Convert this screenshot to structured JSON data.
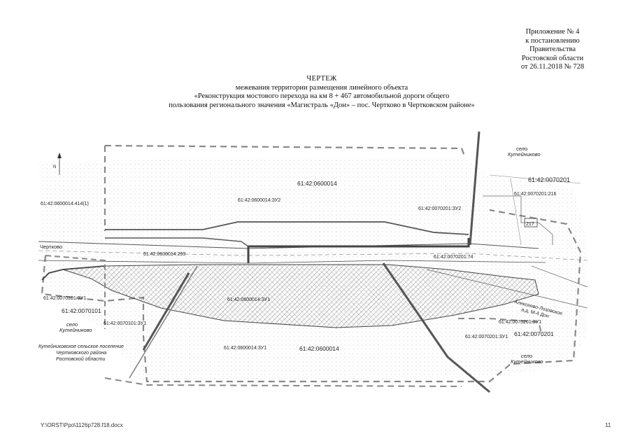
{
  "annex": {
    "lines": [
      "Приложение № 4",
      "к постановлению",
      "Правительства",
      "Ростовской области",
      "от 26.11.2018 № 728"
    ]
  },
  "title": {
    "main": "ЧЕРТЕЖ",
    "lines": [
      "межевания территории размещения линейного объекта",
      "«Реконструкция мостового перехода на км 8 + 467 автомобильной дороги общего",
      "пользования регионального значения «Магистраль «Дон» – пос. Чертково в Чертковском районе»"
    ]
  },
  "map": {
    "labels": {
      "village_top": "село",
      "village_top_name": "Кутейниково",
      "q_0070201_top": "61:42:0070201",
      "p_0070201_216": "61:42:0070201:216",
      "q_0600014_top": "61:42:0600014",
      "p_0600014_414": "61:42:0600014:414(1)",
      "zu_0600014_2": "61:42:0600014:ЗУ2",
      "zu_0070201_2": "61:42:0070201:ЗУ2",
      "box_217": "217",
      "chertkovo": "Чертково",
      "p_0600014_299": "61:42:0600014:299",
      "p_0070201_74": "61:42:0070201:74",
      "zu_0070101_3_1": "61:42:0070101:ЗУ1",
      "q_0070101": "61:42:0070101",
      "zu_0600014_3_1": "61:42:0600014:ЗУ1",
      "road_1": "Алексеево-Лозовское",
      "road_2": "а.д. М-4 Дон",
      "village_left": "село",
      "village_left_name": "Кутейниково",
      "zu_0070101_3_1b": "61:42:0070101:ЗУ1",
      "zu_0070201_3_1": "61:42:0070201:ЗУ1",
      "zu_0070201_3_1b": "61:42:0070201:ЗУ1",
      "q_0070201_bottom": "61:42:0070201",
      "settlement_1": "Кутейниковское сельское поселение",
      "settlement_2": "Чертковского района",
      "settlement_3": "Ростовской области",
      "zu_0600014_3_1b": "61:42:0600014:ЗУ1",
      "q_0600014_bottom": "61:42:0600014",
      "village_bottom": "село",
      "village_bottom_name": "Кутейниково"
    }
  },
  "footer": {
    "path": "Y:\\ORST\\Ppo\\1126p728.f18.docx",
    "page": "11"
  }
}
